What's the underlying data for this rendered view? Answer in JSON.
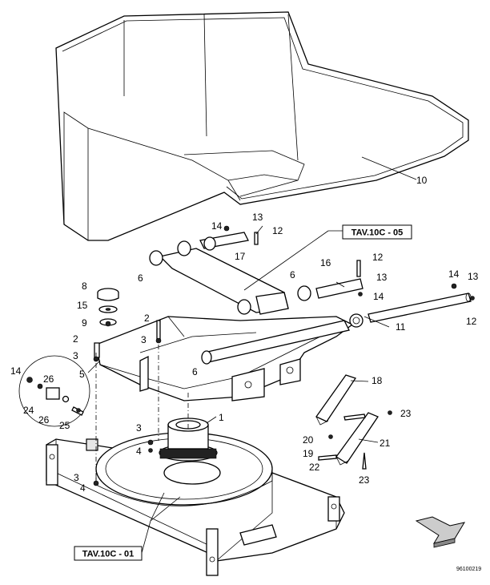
{
  "drawing": {
    "number": "96100219",
    "references": {
      "frame": "TAV.10C - 01",
      "shaft": "TAV.10C - 05"
    },
    "callouts": {
      "c1": "1",
      "c2a": "2",
      "c2b": "2",
      "c3a": "3",
      "c3b": "3",
      "c3c": "3",
      "c3d": "3",
      "c4a": "4",
      "c4b": "4",
      "c5": "5",
      "c6a": "6",
      "c6b": "6",
      "c6c": "6",
      "c8": "8",
      "c9": "9",
      "c10": "10",
      "c11": "11",
      "c12a": "12",
      "c12b": "12",
      "c12c": "12",
      "c13a": "13",
      "c13b": "13",
      "c13c": "13",
      "c14a": "14",
      "c14b": "14",
      "c14c": "14",
      "c14d": "14",
      "c15": "15",
      "c16": "16",
      "c17": "17",
      "c18": "18",
      "c19": "19",
      "c20": "20",
      "c21": "21",
      "c22": "22",
      "c23a": "23",
      "c23b": "23",
      "c24": "24",
      "c25": "25",
      "c26a": "26",
      "c26b": "26"
    }
  }
}
